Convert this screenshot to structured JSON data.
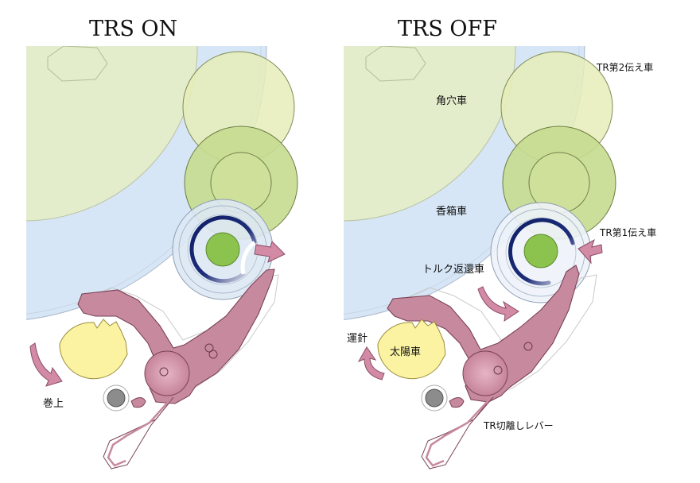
{
  "panels": {
    "left": {
      "title": "TRS  ON"
    },
    "right": {
      "title": "TRS  OFF"
    }
  },
  "labels": {
    "second_transmission_wheel": "TR第2伝え車",
    "square_hole_wheel": "角穴車",
    "barrel_wheel": "香箱車",
    "first_transmission_wheel": "TR第1伝え車",
    "torque_return_wheel": "トルク返還車",
    "hand_setting": "運針",
    "sun_wheel": "太陽車",
    "winding": "巻上",
    "tr_disconnect_lever": "TR切離しレバー"
  },
  "colors": {
    "barrel_green": "#e3eccb",
    "barrel_blue": "#d7e6f6",
    "wheel_green": "#c5dc8f",
    "wheel_light": "#e6edb8",
    "lever_pink": "#c7899d",
    "sun_yellow": "#fbf2a2",
    "arc_navy": "#0f1f66"
  }
}
